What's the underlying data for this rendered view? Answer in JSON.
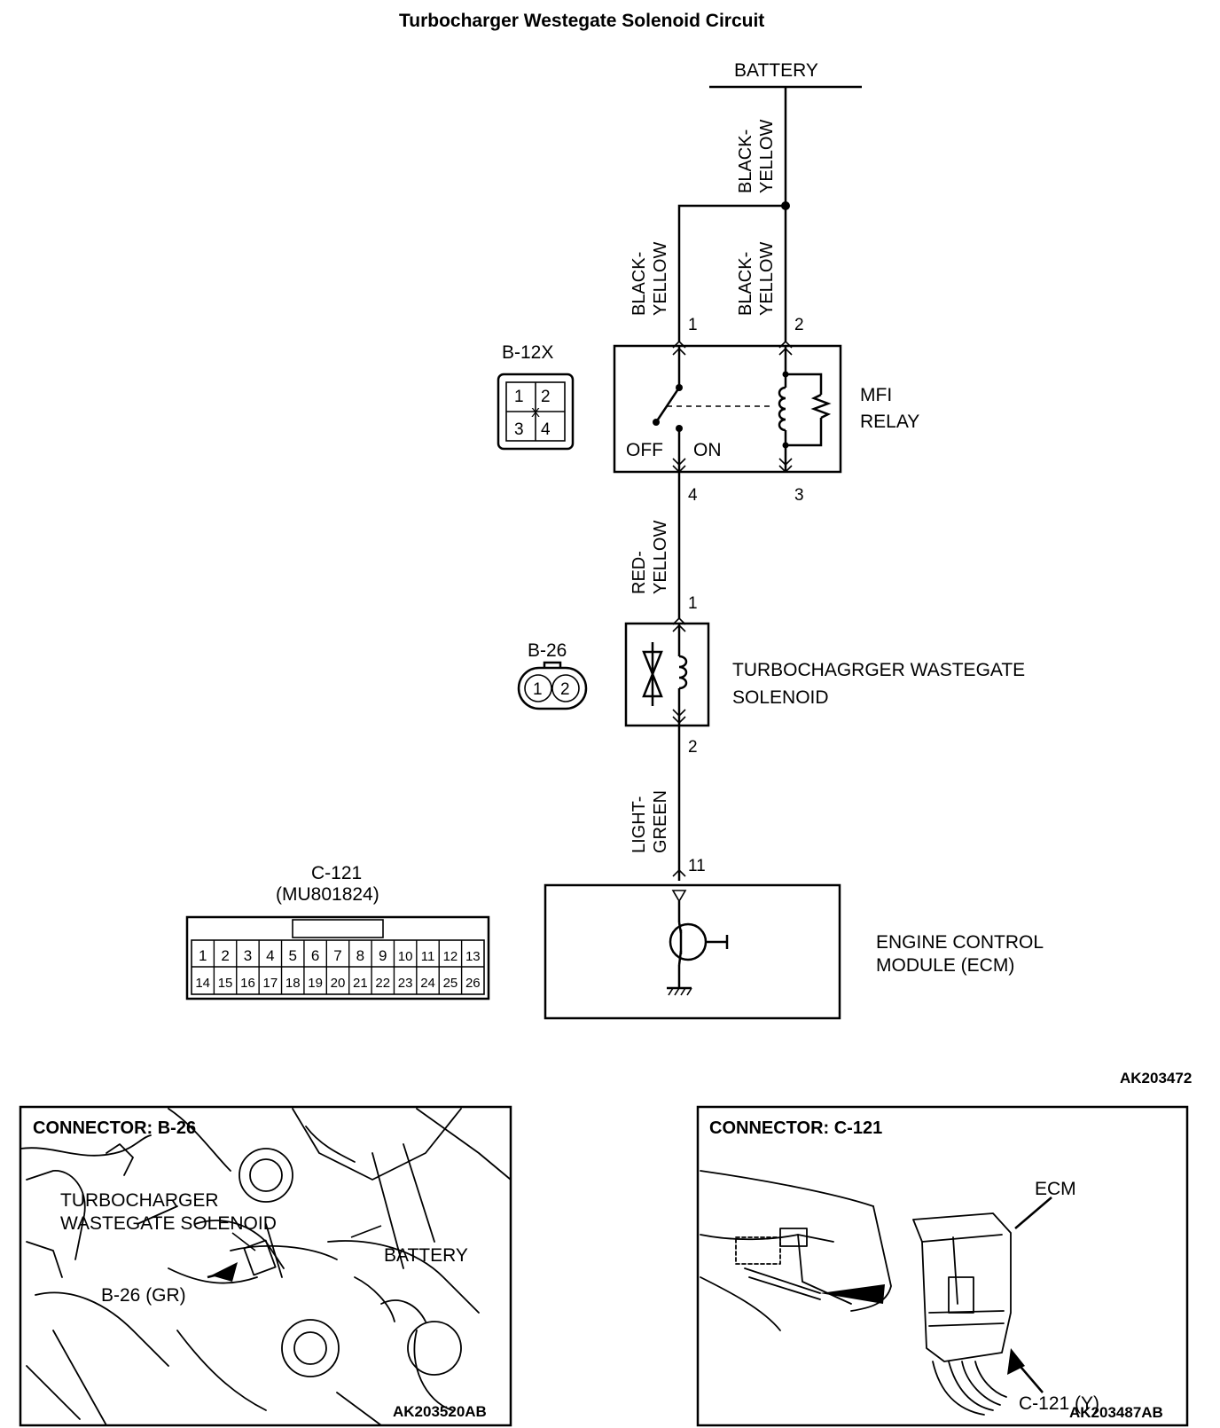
{
  "title": "Turbocharger Westegate Solenoid  Circuit",
  "battery_label": "BATTERY",
  "wires": {
    "main_feed": [
      "BLACK-",
      "YELLOW"
    ],
    "relay_pin1": [
      "BLACK-",
      "YELLOW"
    ],
    "relay_pin2": [
      "BLACK-",
      "YELLOW"
    ],
    "relay_to_solenoid": [
      "RED-",
      "YELLOW"
    ],
    "solenoid_to_ecm": [
      "LIGHT-",
      "GREEN"
    ]
  },
  "mfi_relay": {
    "label_line1": "MFI",
    "label_line2": "RELAY",
    "switch_off": "OFF",
    "switch_on": "ON",
    "pins": [
      "1",
      "2",
      "4",
      "3"
    ]
  },
  "b12x_connector": {
    "id": "B-12X",
    "pins": [
      "1",
      "2",
      "3",
      "4"
    ],
    "center_mark": "X"
  },
  "solenoid": {
    "label_line1": "TURBOCHAGRGER WASTEGATE",
    "label_line2": "SOLENOID",
    "pins": [
      "1",
      "2"
    ]
  },
  "b26_connector": {
    "id": "B-26",
    "pins": [
      "1",
      "2"
    ]
  },
  "ecm": {
    "label_line1": "ENGINE CONTROL",
    "label_line2": "MODULE (ECM)",
    "pin": "11"
  },
  "c121_connector": {
    "id": "C-121",
    "part": "(MU801824)",
    "row1": [
      "1",
      "2",
      "3",
      "4",
      "5",
      "6",
      "7",
      "8",
      "9",
      "10",
      "11",
      "12",
      "13"
    ],
    "row2": [
      "14",
      "15",
      "16",
      "17",
      "18",
      "19",
      "20",
      "21",
      "22",
      "23",
      "24",
      "25",
      "26"
    ]
  },
  "figure_code_main": "AK203472",
  "panel_b26": {
    "heading": "CONNECTOR: B-26",
    "callout_line1": "TURBOCHARGER",
    "callout_line2": "WASTEGATE SOLENOID",
    "callout_battery": "BATTERY",
    "callout_connector": "B-26 (GR)",
    "figure_code": "AK203520AB"
  },
  "panel_c121": {
    "heading": "CONNECTOR: C-121",
    "callout_ecm": "ECM",
    "callout_connector": "C-121 (Y)",
    "figure_code": "AK203487AB"
  }
}
